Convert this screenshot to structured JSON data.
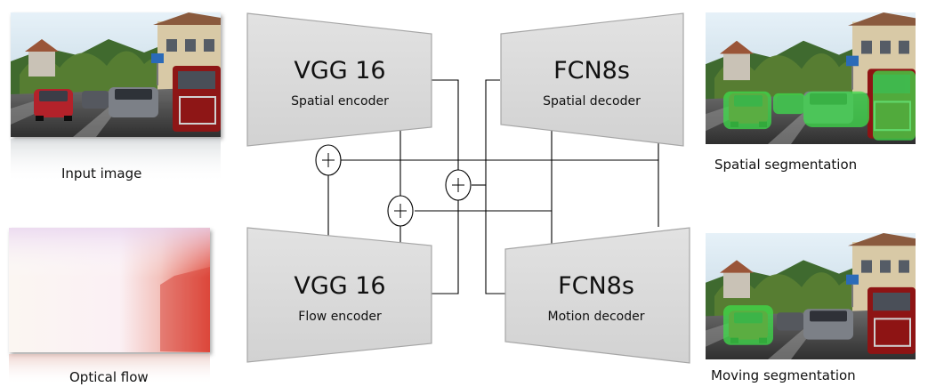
{
  "inputs": {
    "input_image_caption": "Input image",
    "optical_flow_caption": "Optical flow"
  },
  "outputs": {
    "spatial_caption": "Spatial segmentation",
    "moving_caption": "Moving segmentation"
  },
  "blocks": {
    "spatial_encoder": {
      "title": "VGG 16",
      "subtitle": "Spatial encoder"
    },
    "flow_encoder": {
      "title": "VGG 16",
      "subtitle": "Flow encoder"
    },
    "spatial_decoder": {
      "title": "FCN8s",
      "subtitle": "Spatial decoder"
    },
    "motion_decoder": {
      "title": "FCN8s",
      "subtitle": "Motion decoder"
    }
  },
  "colors": {
    "block_fill": "#dcdcdc",
    "block_stroke": "#a6a6a6",
    "segmentation_overlay": "#3ddc4a"
  }
}
